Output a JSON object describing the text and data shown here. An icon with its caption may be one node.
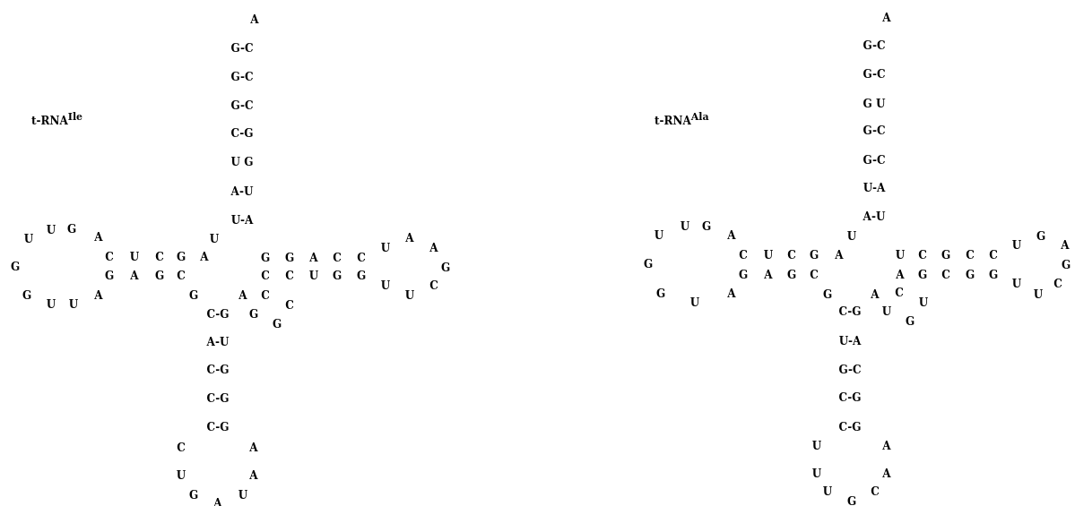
{
  "diagram": {
    "labels": [
      "t-RNA$^{Ile}$",
      "A",
      "G-C",
      "G-C",
      "G-C",
      "C-G",
      "U G",
      "A-U",
      "U-A",
      "U",
      "U",
      "G",
      "A",
      "U",
      "C",
      "U",
      "C",
      "G",
      "A",
      "G",
      "G",
      "A",
      "C",
      "C",
      "U",
      "A",
      "A",
      "G",
      "G",
      "A",
      "G",
      "C",
      "C",
      "C",
      "U",
      "G",
      "G",
      "G",
      "U",
      "C",
      "G",
      "A",
      "G",
      "A",
      "C",
      "U",
      "U",
      "U",
      "C",
      "C-G",
      "G",
      "G",
      "A-U",
      "C-G",
      "C-G",
      "C-G",
      "C",
      "A",
      "U",
      "A",
      "G",
      "U",
      "A",
      "t-RNA$^{Ala}$",
      "A",
      "G-C",
      "G-C",
      "G U",
      "G-C",
      "G-C",
      "U-A",
      "A-U",
      "U",
      "U",
      "G",
      "A",
      "U",
      "U",
      "G",
      "A",
      "C",
      "U",
      "C",
      "G",
      "A",
      "U",
      "C",
      "G",
      "C",
      "C",
      "G",
      "G",
      "G",
      "A",
      "G",
      "C",
      "A",
      "G",
      "C",
      "G",
      "G",
      "U",
      "C",
      "G",
      "A",
      "G",
      "A",
      "C",
      "U",
      "U",
      "U",
      "C-G",
      "U",
      "G",
      "U-A",
      "G-C",
      "C-G",
      "C-G",
      "U",
      "A",
      "U",
      "A",
      "U",
      "C",
      "G"
    ]
  }
}
